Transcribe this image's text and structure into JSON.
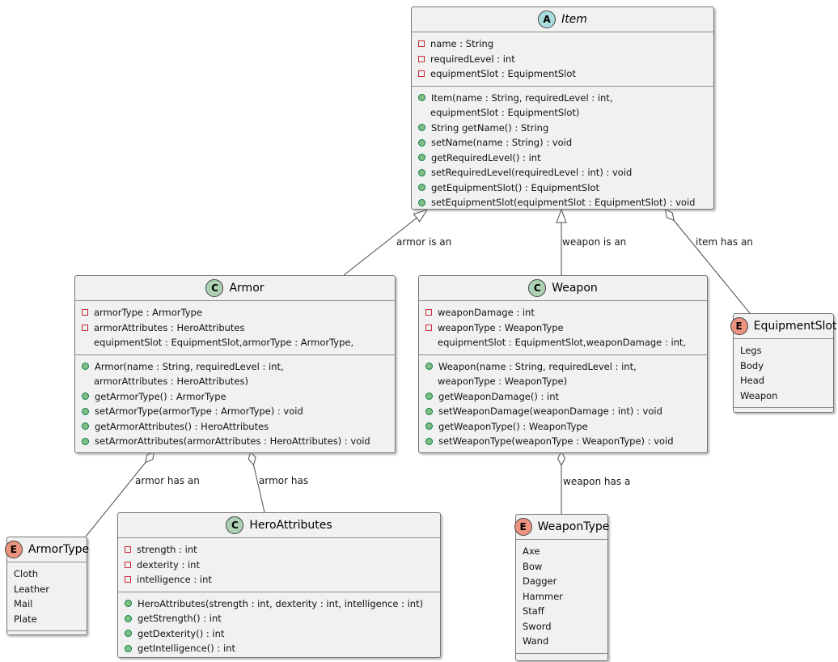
{
  "colors": {
    "abstract_circle": "#A9DCDF",
    "class_circle": "#ADD1B2",
    "enum_circle": "#EB937F",
    "field_icon": "#C82930",
    "method_icon": "#84BE84",
    "box_fill": "#F1F1F1",
    "box_border": "#767676",
    "line_color": "#4a4a4a"
  },
  "edge_labels": {
    "armor_is_an": "armor is an",
    "weapon_is_an": "weapon is an",
    "item_has_an": "item has an",
    "armor_has_an": "armor has an",
    "armor_has": "armor has",
    "weapon_has_a": "weapon has a"
  },
  "diagram": {
    "classes": [
      {
        "id": "item",
        "kind": "abstract",
        "letter": "A",
        "name": "Item",
        "compartments": [
          {
            "lines": [
              {
                "icon": "field",
                "text": "name : String"
              },
              {
                "icon": "field",
                "text": "requiredLevel : int"
              },
              {
                "icon": "field",
                "text": "equipmentSlot : EquipmentSlot"
              }
            ]
          },
          {
            "lines": [
              {
                "icon": "method",
                "text": "Item(name : String, requiredLevel : int,"
              },
              {
                "icon": "wrap",
                "text": "equipmentSlot : EquipmentSlot)"
              },
              {
                "icon": "method",
                "text": "String getName() : String"
              },
              {
                "icon": "method",
                "text": "setName(name : String) : void"
              },
              {
                "icon": "method",
                "text": "getRequiredLevel() : int"
              },
              {
                "icon": "method",
                "text": "setRequiredLevel(requiredLevel : int) : void"
              },
              {
                "icon": "method",
                "text": "getEquipmentSlot() : EquipmentSlot"
              },
              {
                "icon": "method",
                "text": "setEquipmentSlot(equipmentSlot : EquipmentSlot) : void"
              }
            ]
          }
        ]
      },
      {
        "id": "armor",
        "kind": "class",
        "letter": "C",
        "name": "Armor",
        "compartments": [
          {
            "lines": [
              {
                "icon": "field",
                "text": "armorType : ArmorType"
              },
              {
                "icon": "field",
                "text": "armorAttributes : HeroAttributes"
              },
              {
                "icon": "wrap",
                "text": "equipmentSlot : EquipmentSlot,armorType : ArmorType,"
              }
            ]
          },
          {
            "lines": [
              {
                "icon": "method",
                "text": "Armor(name : String, requiredLevel : int,"
              },
              {
                "icon": "wrap",
                "text": "armorAttributes : HeroAttributes)"
              },
              {
                "icon": "method",
                "text": "getArmorType() : ArmorType"
              },
              {
                "icon": "method",
                "text": "setArmorType(armorType : ArmorType) : void"
              },
              {
                "icon": "method",
                "text": "getArmorAttributes() : HeroAttributes"
              },
              {
                "icon": "method",
                "text": "setArmorAttributes(armorAttributes : HeroAttributes) : void"
              }
            ]
          }
        ]
      },
      {
        "id": "weapon",
        "kind": "class",
        "letter": "C",
        "name": "Weapon",
        "compartments": [
          {
            "lines": [
              {
                "icon": "field",
                "text": "weaponDamage : int"
              },
              {
                "icon": "field",
                "text": "weaponType : WeaponType"
              },
              {
                "icon": "wrap",
                "text": "equipmentSlot : EquipmentSlot,weaponDamage : int,"
              }
            ]
          },
          {
            "lines": [
              {
                "icon": "method",
                "text": "Weapon(name : String, requiredLevel : int,"
              },
              {
                "icon": "wrap",
                "text": "weaponType : WeaponType)"
              },
              {
                "icon": "method",
                "text": "getWeaponDamage() : int"
              },
              {
                "icon": "method",
                "text": "setWeaponDamage(weaponDamage : int) : void"
              },
              {
                "icon": "method",
                "text": "getWeaponType() : WeaponType"
              },
              {
                "icon": "method",
                "text": "setWeaponType(weaponType : WeaponType) : void"
              }
            ]
          }
        ]
      },
      {
        "id": "equipmentslot",
        "kind": "enum",
        "letter": "E",
        "name": "EquipmentSlot",
        "compartments": [
          {
            "lines": [
              {
                "icon": "none",
                "text": "Legs"
              },
              {
                "icon": "none",
                "text": "Body"
              },
              {
                "icon": "none",
                "text": "Head"
              },
              {
                "icon": "none",
                "text": "Weapon"
              }
            ]
          },
          {
            "lines": []
          }
        ]
      },
      {
        "id": "armortype",
        "kind": "enum",
        "letter": "E",
        "name": "ArmorType",
        "compartments": [
          {
            "lines": [
              {
                "icon": "none",
                "text": "Cloth"
              },
              {
                "icon": "none",
                "text": "Leather"
              },
              {
                "icon": "none",
                "text": "Mail"
              },
              {
                "icon": "none",
                "text": "Plate"
              }
            ]
          },
          {
            "lines": []
          }
        ]
      },
      {
        "id": "heroattributes",
        "kind": "class",
        "letter": "C",
        "name": "HeroAttributes",
        "compartments": [
          {
            "lines": [
              {
                "icon": "field",
                "text": "strength : int"
              },
              {
                "icon": "field",
                "text": "dexterity : int"
              },
              {
                "icon": "field",
                "text": "intelligence : int"
              }
            ]
          },
          {
            "lines": [
              {
                "icon": "method",
                "text": "HeroAttributes(strength : int, dexterity : int, intelligence : int)"
              },
              {
                "icon": "method",
                "text": "getStrength() : int"
              },
              {
                "icon": "method",
                "text": "getDexterity() : int"
              },
              {
                "icon": "method",
                "text": "getIntelligence() : int"
              }
            ]
          }
        ]
      },
      {
        "id": "weapontype",
        "kind": "enum",
        "letter": "E",
        "name": "WeaponType",
        "compartments": [
          {
            "lines": [
              {
                "icon": "none",
                "text": "Axe"
              },
              {
                "icon": "none",
                "text": "Bow"
              },
              {
                "icon": "none",
                "text": "Dagger"
              },
              {
                "icon": "none",
                "text": "Hammer"
              },
              {
                "icon": "none",
                "text": "Staff"
              },
              {
                "icon": "none",
                "text": "Sword"
              },
              {
                "icon": "none",
                "text": "Wand"
              }
            ]
          },
          {
            "lines": []
          }
        ]
      }
    ]
  }
}
